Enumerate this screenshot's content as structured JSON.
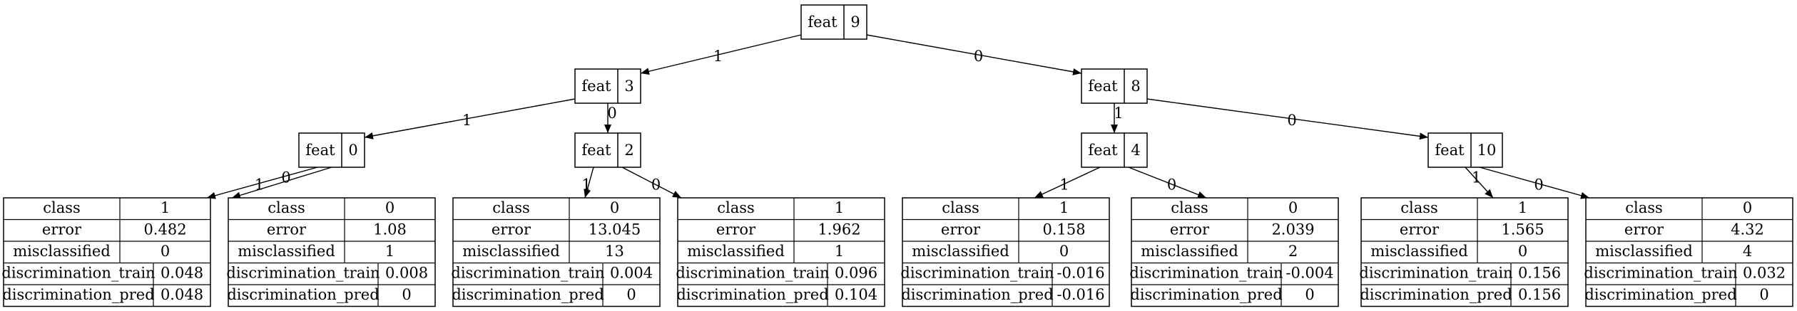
{
  "split_nodes": [
    {
      "id": "n0",
      "feat_label": "feat",
      "value": "9"
    },
    {
      "id": "n1",
      "feat_label": "feat",
      "value": "3"
    },
    {
      "id": "n2",
      "feat_label": "feat",
      "value": "8"
    },
    {
      "id": "n3",
      "feat_label": "feat",
      "value": "0"
    },
    {
      "id": "n4",
      "feat_label": "feat",
      "value": "2"
    },
    {
      "id": "n5",
      "feat_label": "feat",
      "value": "4"
    },
    {
      "id": "n6",
      "feat_label": "feat",
      "value": "10"
    }
  ],
  "leaf_nodes": [
    {
      "id": "l0",
      "rows": [
        [
          "class",
          "1"
        ],
        [
          "error",
          "0.482"
        ],
        [
          "misclassified",
          "0"
        ],
        [
          "discrimination_train",
          "0.048"
        ],
        [
          "discrimination_pred",
          "0.048"
        ]
      ]
    },
    {
      "id": "l1",
      "rows": [
        [
          "class",
          "0"
        ],
        [
          "error",
          "1.08"
        ],
        [
          "misclassified",
          "1"
        ],
        [
          "discrimination_train",
          "0.008"
        ],
        [
          "discrimination_pred",
          "0"
        ]
      ]
    },
    {
      "id": "l2",
      "rows": [
        [
          "class",
          "0"
        ],
        [
          "error",
          "13.045"
        ],
        [
          "misclassified",
          "13"
        ],
        [
          "discrimination_train",
          "0.004"
        ],
        [
          "discrimination_pred",
          "0"
        ]
      ]
    },
    {
      "id": "l3",
      "rows": [
        [
          "class",
          "1"
        ],
        [
          "error",
          "1.962"
        ],
        [
          "misclassified",
          "1"
        ],
        [
          "discrimination_train",
          "0.096"
        ],
        [
          "discrimination_pred",
          "0.104"
        ]
      ]
    },
    {
      "id": "l4",
      "rows": [
        [
          "class",
          "1"
        ],
        [
          "error",
          "0.158"
        ],
        [
          "misclassified",
          "0"
        ],
        [
          "discrimination_train",
          "-0.016"
        ],
        [
          "discrimination_pred",
          "-0.016"
        ]
      ]
    },
    {
      "id": "l5",
      "rows": [
        [
          "class",
          "0"
        ],
        [
          "error",
          "2.039"
        ],
        [
          "misclassified",
          "2"
        ],
        [
          "discrimination_train",
          "-0.004"
        ],
        [
          "discrimination_pred",
          "0"
        ]
      ]
    },
    {
      "id": "l6",
      "rows": [
        [
          "class",
          "1"
        ],
        [
          "error",
          "1.565"
        ],
        [
          "misclassified",
          "0"
        ],
        [
          "discrimination_train",
          "0.156"
        ],
        [
          "discrimination_pred",
          "0.156"
        ]
      ]
    },
    {
      "id": "l7",
      "rows": [
        [
          "class",
          "0"
        ],
        [
          "error",
          "4.32"
        ],
        [
          "misclassified",
          "4"
        ],
        [
          "discrimination_train",
          "0.032"
        ],
        [
          "discrimination_pred",
          "0"
        ]
      ]
    }
  ],
  "edges": [
    {
      "from": "n0",
      "to": "n1",
      "label": "1"
    },
    {
      "from": "n0",
      "to": "n2",
      "label": "0"
    },
    {
      "from": "n1",
      "to": "n3",
      "label": "1"
    },
    {
      "from": "n1",
      "to": "n4",
      "label": "0"
    },
    {
      "from": "n2",
      "to": "n5",
      "label": "1"
    },
    {
      "from": "n2",
      "to": "n6",
      "label": "0"
    },
    {
      "from": "n3",
      "to": "l0",
      "label": "1"
    },
    {
      "from": "n3",
      "to": "l1",
      "label": "0"
    },
    {
      "from": "n4",
      "to": "l2",
      "label": "1"
    },
    {
      "from": "n4",
      "to": "l3",
      "label": "0"
    },
    {
      "from": "n5",
      "to": "l4",
      "label": "1"
    },
    {
      "from": "n5",
      "to": "l5",
      "label": "0"
    },
    {
      "from": "n6",
      "to": "l6",
      "label": "1"
    },
    {
      "from": "n6",
      "to": "l7",
      "label": "0"
    }
  ]
}
